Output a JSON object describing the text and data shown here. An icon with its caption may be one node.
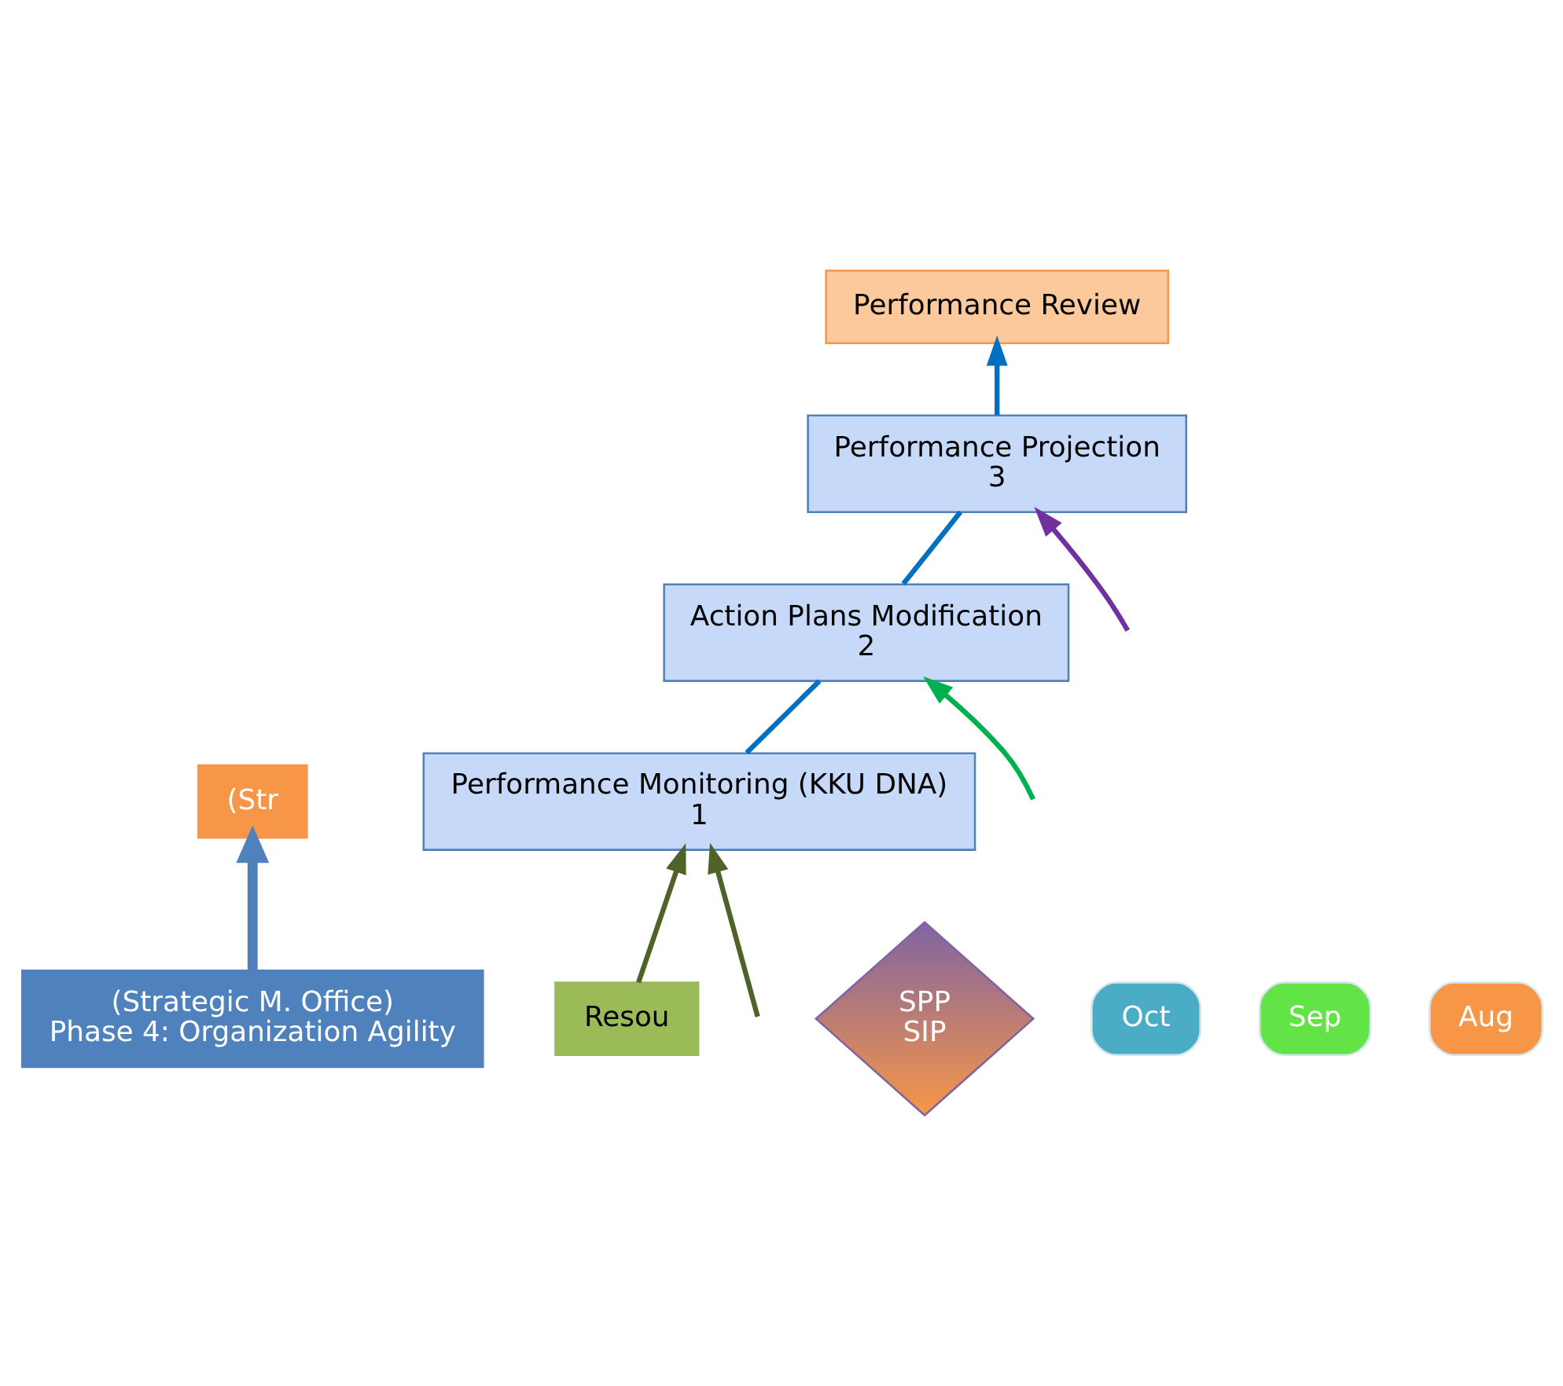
{
  "diagram": {
    "nodes": [
      {
        "text": [
          "(Str"
        ]
      },
      {
        "text": [
          "Performance Review"
        ]
      },
      {
        "text": [
          "Performance Projection",
          "3"
        ]
      },
      {
        "text": [
          "Action Plans Modification",
          "2"
        ]
      },
      {
        "text": [
          "Performance Monitoring (KKU DNA)",
          "1"
        ]
      },
      {
        "text": [
          "(Strategic M. Office)",
          "Phase 4: Organization Agility"
        ]
      },
      {
        "text": [
          "SPP",
          "SIP"
        ]
      },
      {
        "text": [
          "Oct"
        ]
      },
      {
        "text": [
          "Sep"
        ]
      },
      {
        "text": [
          "Aug"
        ]
      },
      {
        "text": [
          "Resou"
        ]
      }
    ],
    "edges": [
      {
        "from": 5,
        "to": 0,
        "arrow": "to",
        "style": "thick"
      },
      {
        "from": 2,
        "to": 1,
        "arrow": "to",
        "color": "#0070c0"
      },
      {
        "from": 3,
        "to": 2,
        "arrow": "none",
        "color": "#0070c0"
      },
      {
        "from": 4,
        "to": 3,
        "arrow": "none",
        "color": "#0070c0"
      },
      {
        "from": null,
        "to": 2,
        "arrow": "to",
        "color": "#7030a0"
      },
      {
        "from": null,
        "to": 3,
        "arrow": "to",
        "color": "#00b050"
      },
      {
        "from": null,
        "to": 4,
        "arrow": "to",
        "color": "#4f6228"
      },
      {
        "from": 10,
        "to": 4,
        "arrow": "to",
        "color": "#4f6228"
      }
    ]
  }
}
